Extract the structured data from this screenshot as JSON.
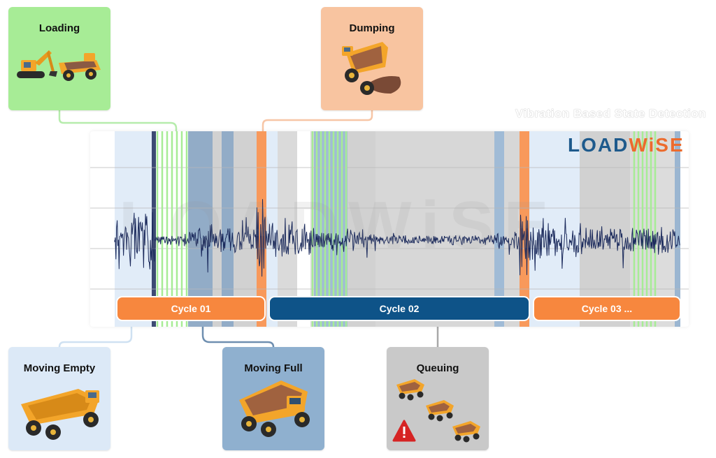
{
  "title": "Vibration Based State Detection",
  "brand": {
    "part1": "LOAD",
    "part2": "WiSE",
    "watermark": "LOADWiSE"
  },
  "states": {
    "loading": "Loading",
    "dumping": "Dumping",
    "moving_empty": "Moving Empty",
    "moving_full": "Moving Full",
    "queuing": "Queuing"
  },
  "cycles": [
    "Cycle 01",
    "Cycle 02",
    "Cycle 03 ..."
  ],
  "colors": {
    "loading": "#a7ec96",
    "dumping": "#f8c4a0",
    "moving_empty": "#dce9f7",
    "moving_full": "#8fb0cf",
    "queuing": "#c9c9c9",
    "cycle_orange": "#f7873e",
    "cycle_blue": "#0e5388",
    "signal": "#1b2a5c",
    "brand_blue": "#1e5a8c",
    "brand_orange": "#ec6b2d"
  },
  "icons": {
    "loading": "excavator-and-haul-truck-icon",
    "dumping": "dumping-truck-icon",
    "moving_empty": "empty-haul-truck-icon",
    "moving_full": "loaded-haul-truck-icon",
    "queuing": "queued-trucks-icon",
    "warning": "warning-icon"
  }
}
